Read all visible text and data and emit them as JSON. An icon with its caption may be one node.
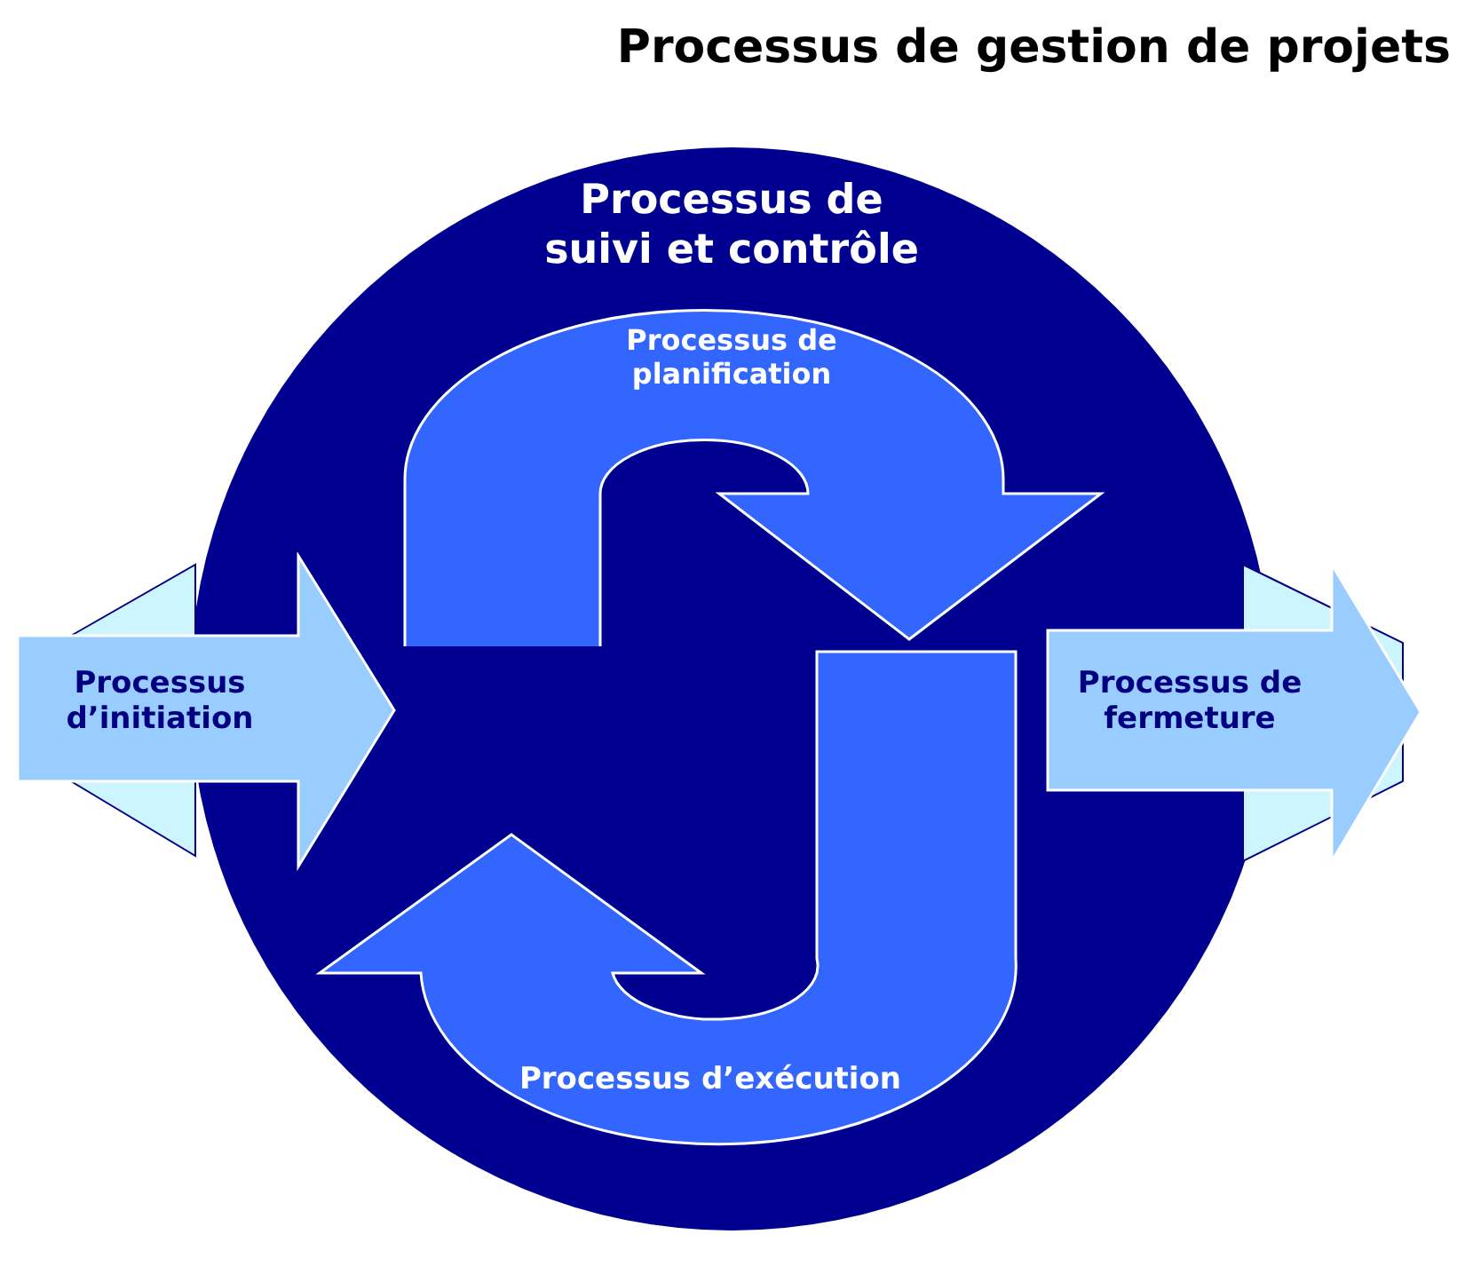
{
  "diagram": {
    "title": "Processus de gestion de projets",
    "nodes": [
      {
        "text": [
          "Processus de suivi et contrôle"
        ]
      },
      {
        "text": [
          "Processus de planification"
        ],
        "in": 0
      },
      {
        "text": [
          "Processus d’exécution"
        ],
        "in": 0
      },
      {
        "text": [
          "Processus d’initiation"
        ]
      },
      {
        "text": [
          "Processus de fermeture"
        ]
      }
    ]
  }
}
